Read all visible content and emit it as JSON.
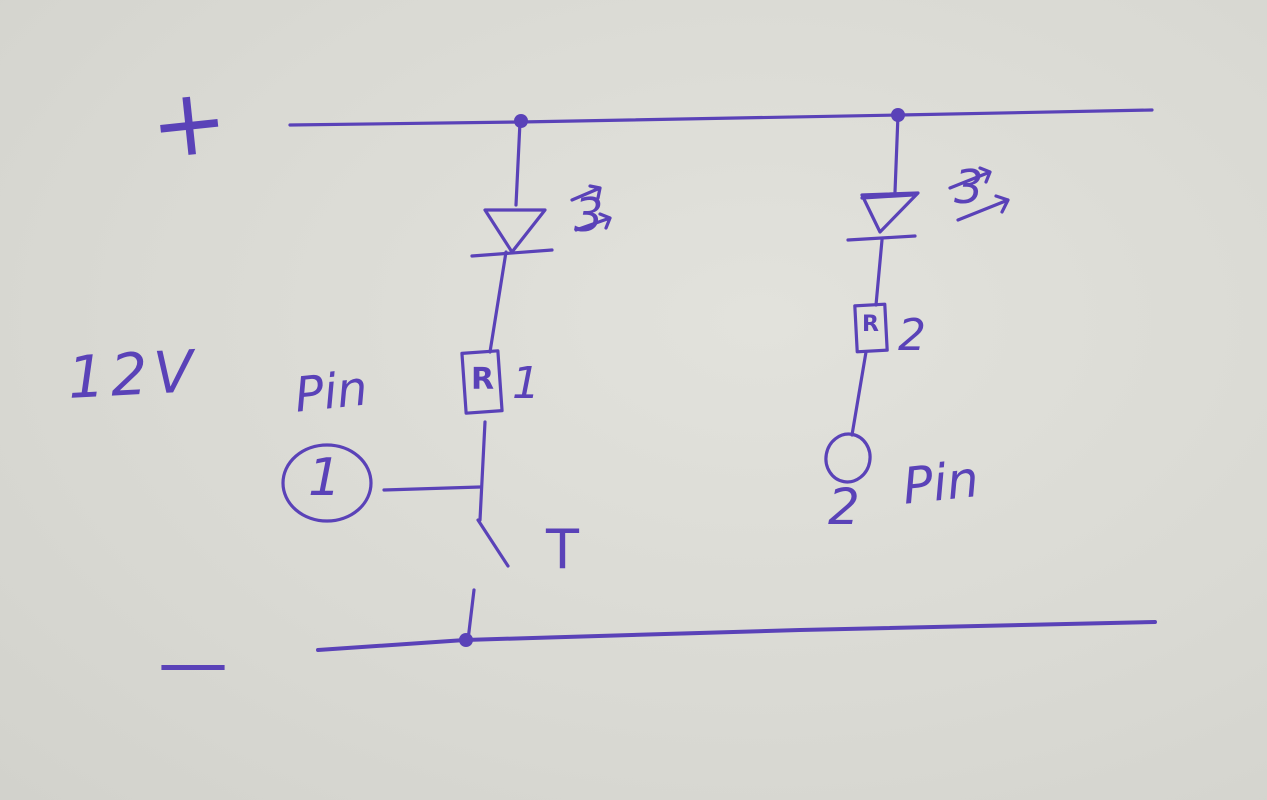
{
  "supply": {
    "plus_label": "+",
    "minus_label": "—",
    "voltage_label": "12V"
  },
  "branch1": {
    "led_label": "3",
    "resistor_symbol": "R",
    "resistor_number": "1",
    "pin_label": "Pin",
    "pin_number": "1",
    "transistor_label": "T"
  },
  "branch2": {
    "led_label": "3",
    "resistor_symbol": "R",
    "resistor_number": "2",
    "pin_number": "2",
    "pin_label": "Pin"
  },
  "colors": {
    "ink": "#5a42b8",
    "paper": "#dcdcd6"
  }
}
